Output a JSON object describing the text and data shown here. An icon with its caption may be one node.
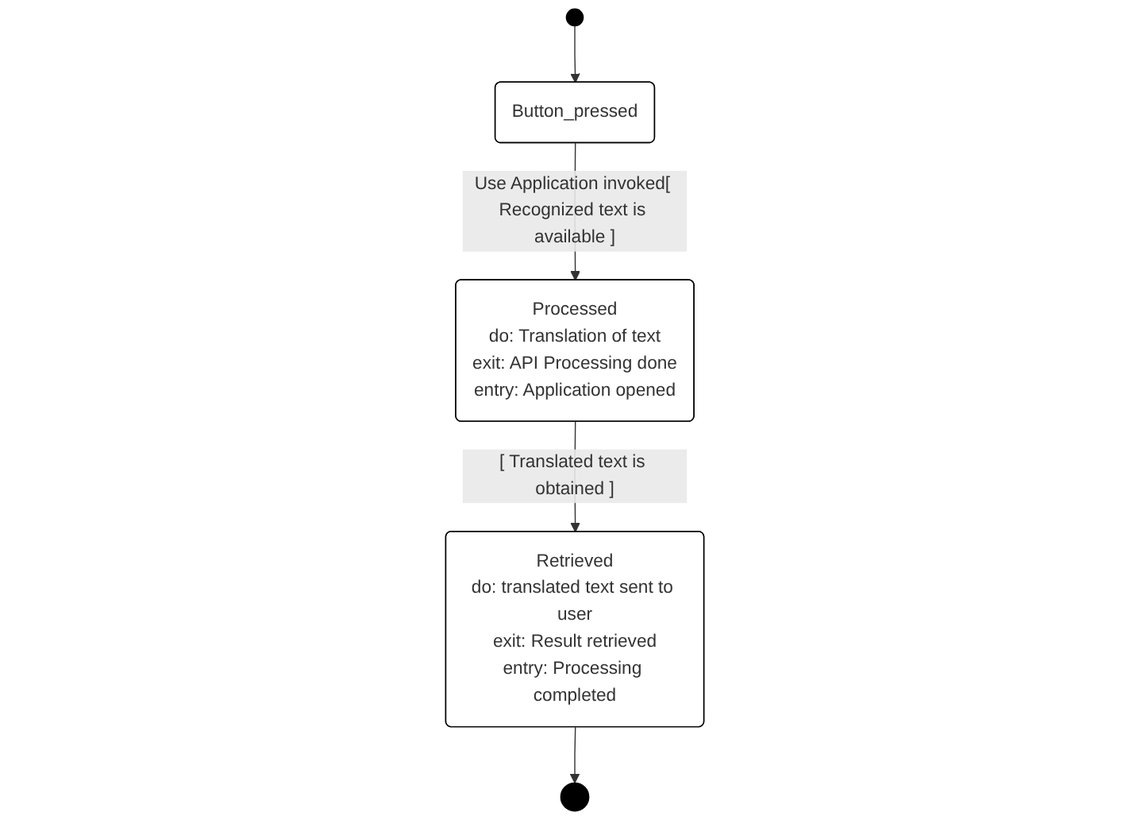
{
  "diagram": {
    "nodes": [
      {
        "text": [],
        "shape": "circle"
      },
      {
        "text": [
          "Button_pressed"
        ]
      },
      {
        "text": [
          "Processed",
          "do: Translation of text",
          "exit: API Processing done",
          "entry: Application opened"
        ]
      },
      {
        "text": [
          "Retrieved",
          "do: translated text sent to user",
          "exit: Result retrieved",
          "entry: Processing completed"
        ]
      },
      {
        "text": [],
        "shape": "circle"
      }
    ],
    "edges": [
      {
        "from": 0,
        "to": 1,
        "arrow": "to"
      },
      {
        "from": 1,
        "to": 2,
        "arrow": "to",
        "label": "Use Application invoked[ Recognized text is available ]"
      },
      {
        "from": 2,
        "to": 3,
        "arrow": "to",
        "label": "[ Translated text is obtained ]"
      },
      {
        "from": 3,
        "to": 4,
        "arrow": "to"
      }
    ]
  }
}
